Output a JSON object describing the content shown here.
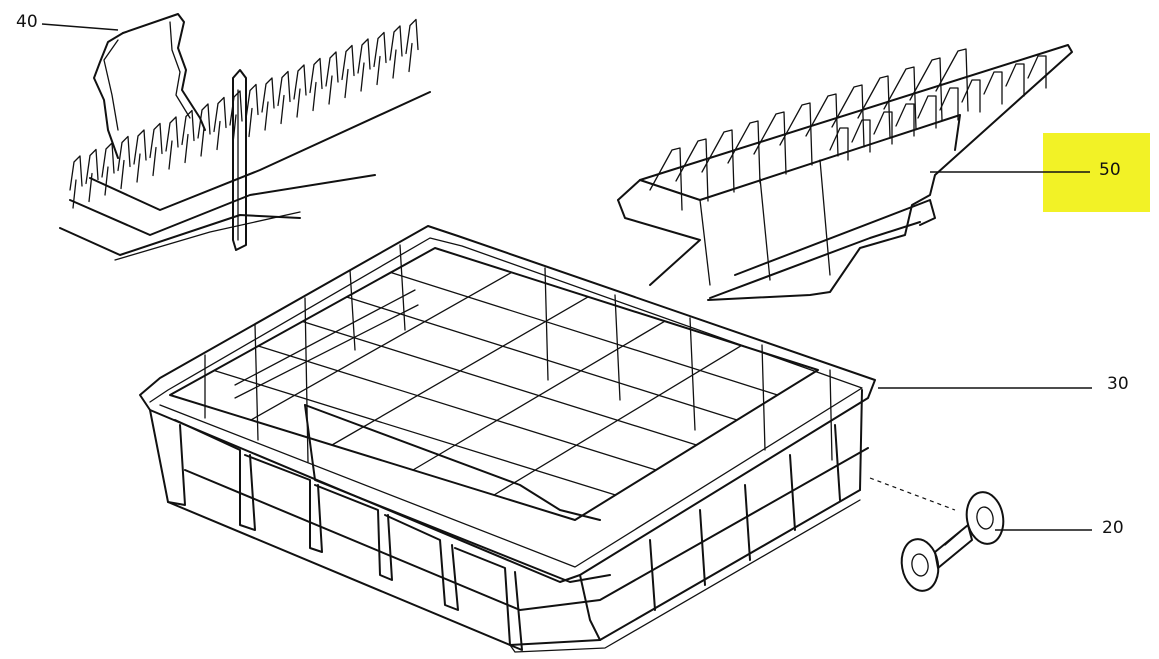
{
  "callouts": {
    "part_40": {
      "label": "40"
    },
    "part_50": {
      "label": "50",
      "highlighted": true
    },
    "part_30": {
      "label": "30"
    },
    "part_20": {
      "label": "20"
    }
  },
  "colors": {
    "highlight": "#f2f226",
    "line": "#111111",
    "background": "#ffffff"
  }
}
